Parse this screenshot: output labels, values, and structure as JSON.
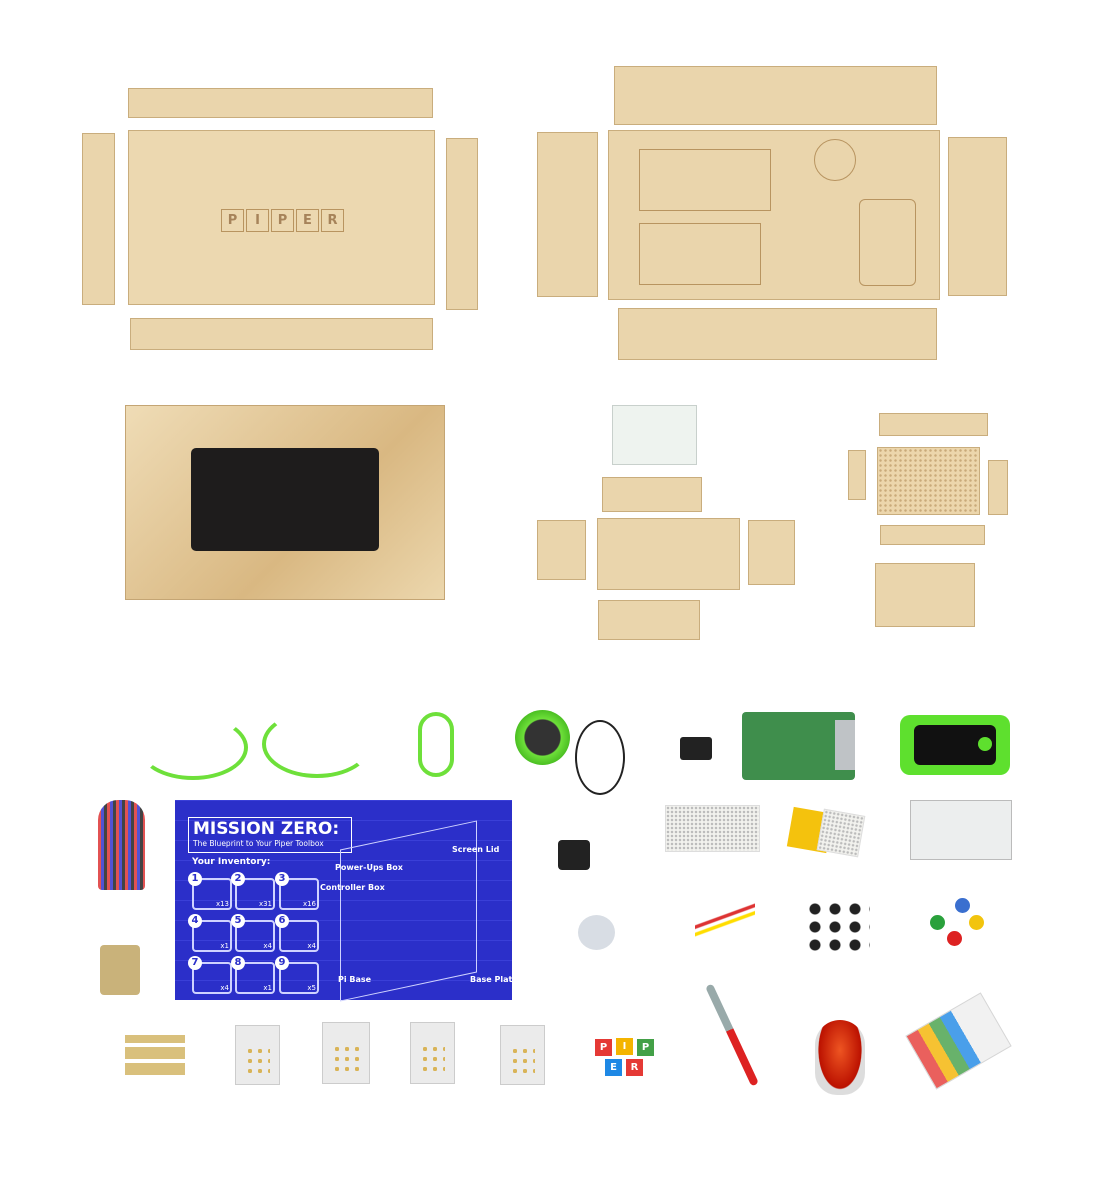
{
  "panel_logo": {
    "letters": [
      "P",
      "I",
      "P",
      "E",
      "R"
    ]
  },
  "blueprint": {
    "title": "MISSION ZERO:",
    "subtitle": "The Blueprint to Your Piper Toolbox",
    "inventory_heading": "Your Inventory:",
    "inventory": [
      {
        "number": "1",
        "count": "x13"
      },
      {
        "number": "2",
        "count": "x31"
      },
      {
        "number": "3",
        "count": "x16"
      },
      {
        "number": "4",
        "count": "x1"
      },
      {
        "number": "5",
        "count": "x4"
      },
      {
        "number": "6",
        "count": "x4"
      },
      {
        "number": "7",
        "count": "x4"
      },
      {
        "number": "8",
        "count": "x1"
      },
      {
        "number": "9",
        "count": "x5"
      }
    ],
    "labels": {
      "screen_lid": "Screen Lid",
      "power_ups_box": "Power-Ups Box",
      "controller_box": "Controller Box",
      "pi_base": "Pi Base",
      "base_plate": "Base Plate"
    },
    "color": "#2b2fc9"
  },
  "letter_blocks": [
    {
      "letter": "P",
      "color": "#e53935"
    },
    {
      "letter": "I",
      "color": "#f4b400"
    },
    {
      "letter": "P",
      "color": "#43a047"
    },
    {
      "letter": "E",
      "color": "#1e88e5"
    },
    {
      "letter": "R",
      "color": "#e53935"
    }
  ],
  "colors": {
    "wood": "#ead5ac",
    "cable_green": "#6ee03a",
    "background": "#ffffff"
  }
}
